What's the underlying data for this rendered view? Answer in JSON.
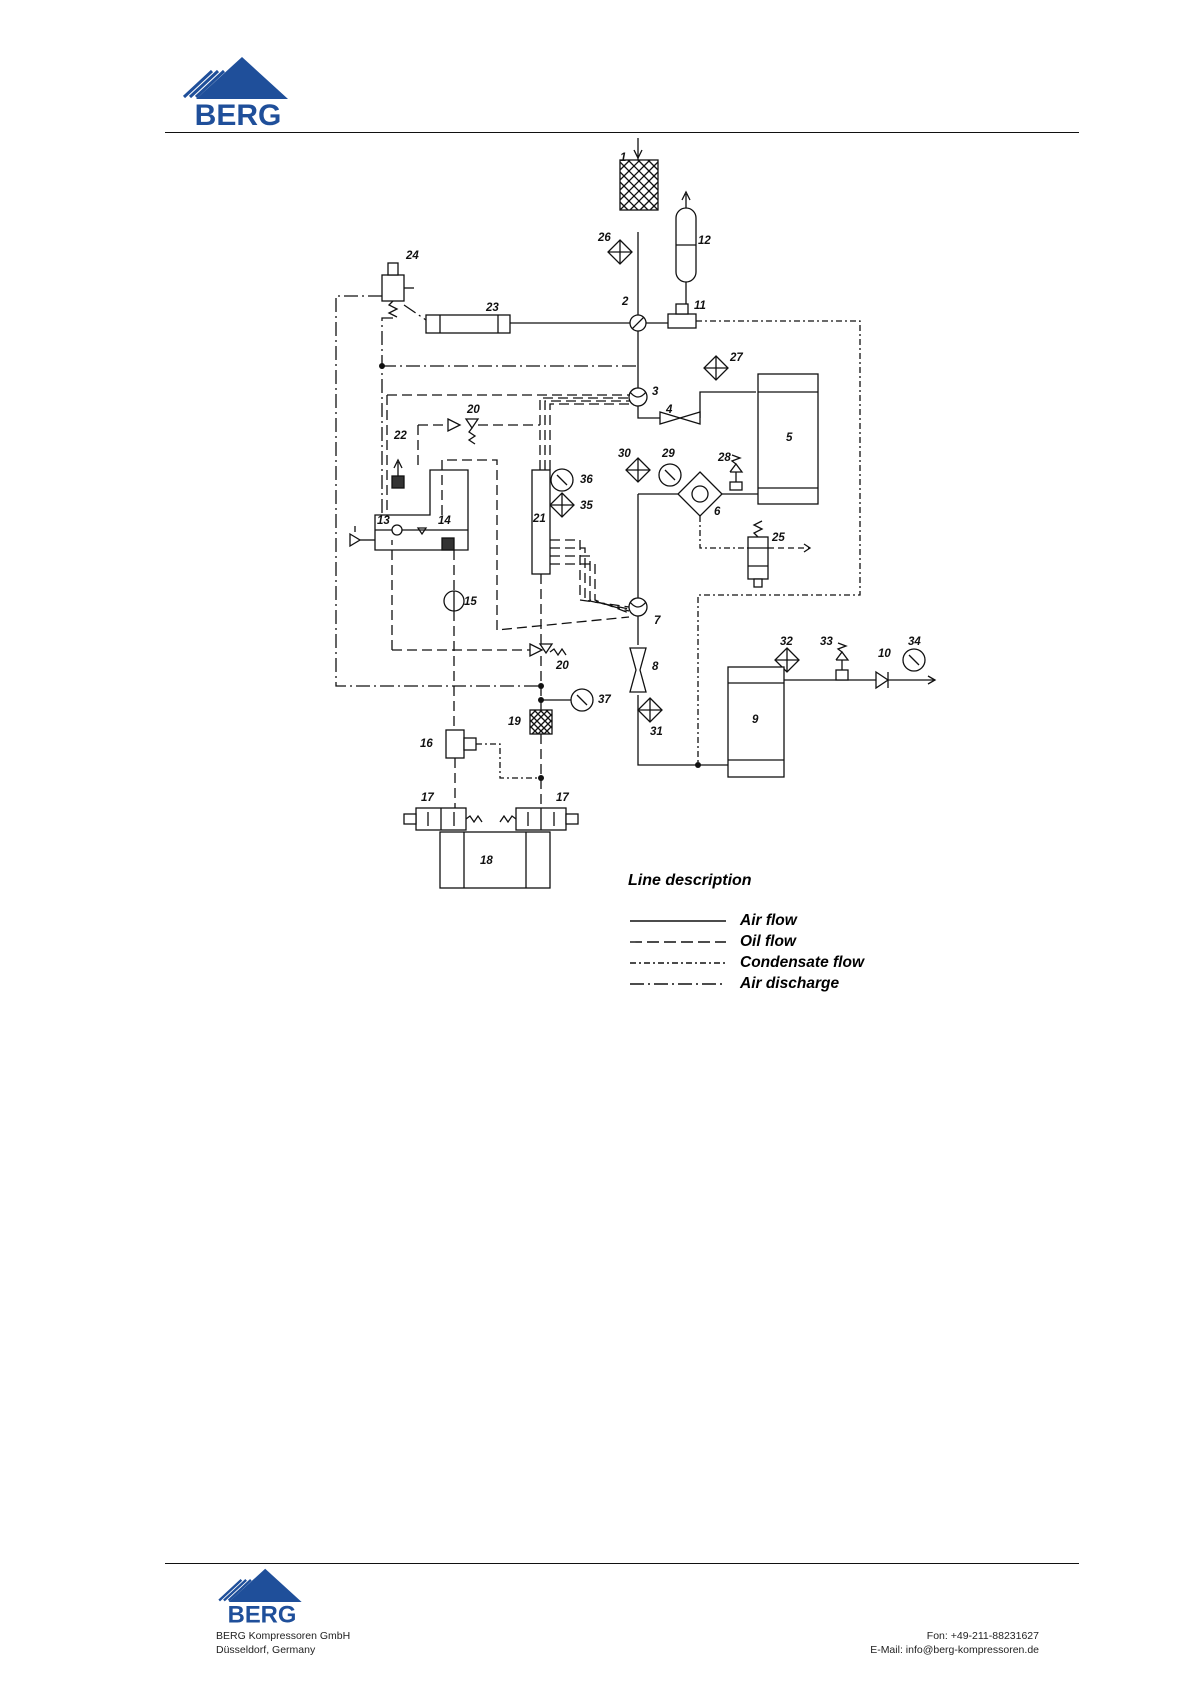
{
  "brand": {
    "name": "BERG",
    "color": "#1f4f9a"
  },
  "legend": {
    "title": "Line description",
    "items": [
      {
        "style": "solid",
        "label": "Air flow"
      },
      {
        "style": "dashed",
        "label": "Oil flow"
      },
      {
        "style": "dotted-dash",
        "label": "Condensate flow"
      },
      {
        "style": "dash-dot",
        "label": "Air discharge"
      }
    ]
  },
  "components": [
    "1",
    "2",
    "3",
    "4",
    "5",
    "6",
    "7",
    "8",
    "9",
    "10",
    "11",
    "12",
    "13",
    "14",
    "15",
    "16",
    "17",
    "17",
    "18",
    "19",
    "20",
    "20",
    "21",
    "22",
    "23",
    "24",
    "25",
    "26",
    "27",
    "28",
    "29",
    "30",
    "31",
    "32",
    "33",
    "34",
    "35",
    "36",
    "37"
  ],
  "footer": {
    "company": "BERG Kompressoren GmbH",
    "city": "Düsseldorf, Germany",
    "phone": "Fon: +49-211-88231627",
    "email": "E-Mail: info@berg-kompressoren.de"
  }
}
